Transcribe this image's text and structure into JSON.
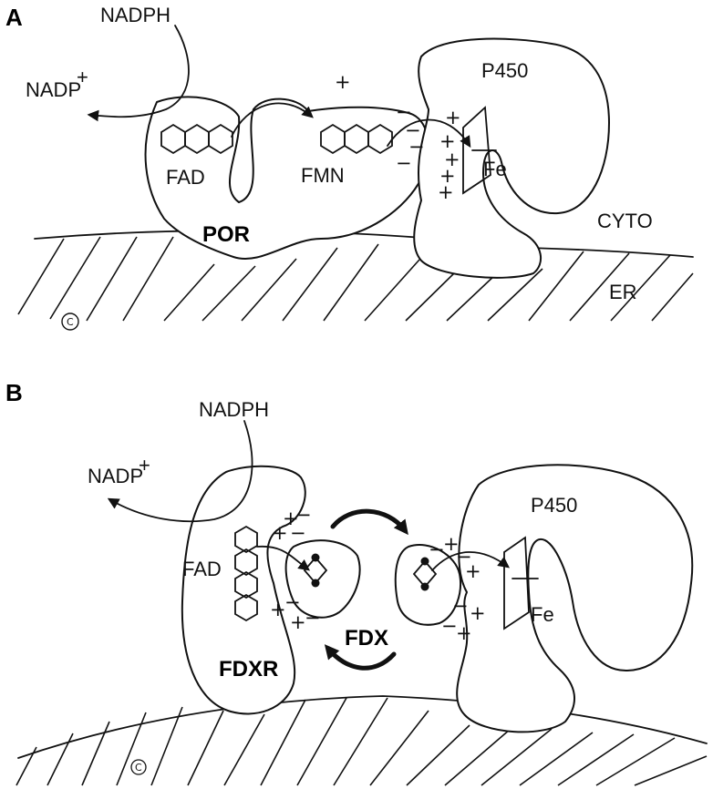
{
  "panels": [
    {
      "letter": "A",
      "labels": {
        "nadph": "NADPH",
        "nadp": "NADP",
        "nadp_sup": "+",
        "fad": "FAD",
        "fmn": "FMN",
        "por": "POR",
        "p450": "P450",
        "fe": "Fe",
        "cyto": "CYTO",
        "er": "ER",
        "copyright": "C"
      }
    },
    {
      "letter": "B",
      "labels": {
        "nadph": "NADPH",
        "nadp": "NADP",
        "nadp_sup": "+",
        "fad": "FAD",
        "fdx": "FDX",
        "fdxr": "FDXR",
        "p450": "P450",
        "fe": "Fe",
        "copyright": "C"
      }
    }
  ],
  "charges": {
    "plus": "+",
    "minus": "−"
  }
}
